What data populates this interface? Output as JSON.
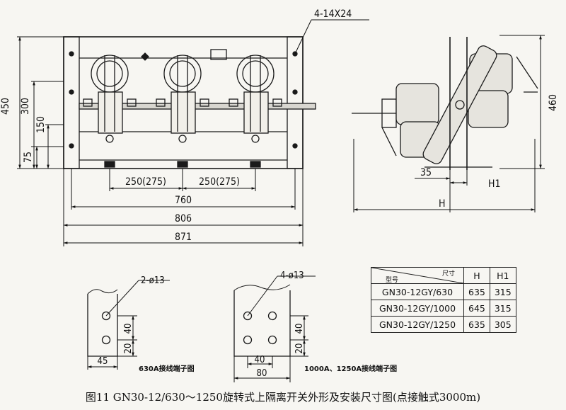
{
  "front_view": {
    "bolt_note": "4-14X24",
    "height_dims": [
      "450",
      "300",
      "150",
      "75"
    ],
    "pitch_dims": [
      "250(275)",
      "250(275)"
    ],
    "width_dims": [
      "760",
      "806",
      "871"
    ]
  },
  "side_view": {
    "height_dim": "460",
    "offset_dim": "35",
    "h1_label": "H1",
    "h_label": "H"
  },
  "terminal_630": {
    "hole_note": "2-ø13",
    "dims": [
      "40",
      "20",
      "45"
    ],
    "label": "630A接线端子图"
  },
  "terminal_1000": {
    "hole_note": "4-ø13",
    "dims": [
      "40",
      "20",
      "40",
      "80"
    ],
    "label": "1000A、1250A接线端子图"
  },
  "spec_table": {
    "header_model": "型号",
    "header_size": "尺寸",
    "col_h": "H",
    "col_h1": "H1",
    "rows": [
      {
        "model": "GN30-12GY/630",
        "h": "635",
        "h1": "315"
      },
      {
        "model": "GN30-12GY/1000",
        "h": "645",
        "h1": "315"
      },
      {
        "model": "GN30-12GY/1250",
        "h": "635",
        "h1": "305"
      }
    ]
  },
  "caption": "图11   GN30-12/630～1250旋转式上隔离开关外形及安装尺寸图(点接触式3000m)"
}
